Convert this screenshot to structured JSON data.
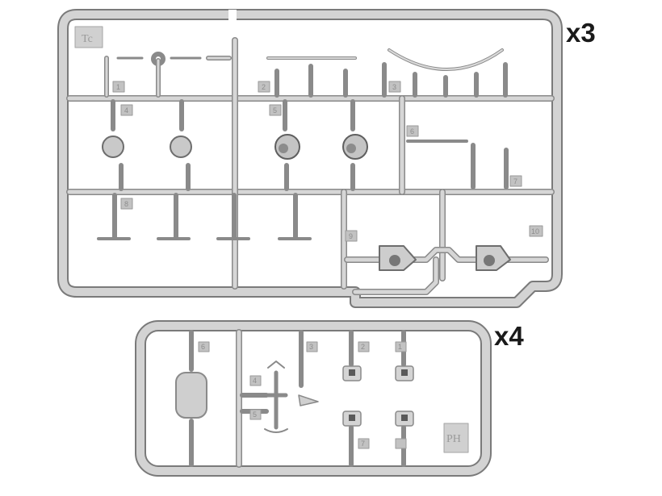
{
  "sprues": [
    {
      "code": "Tc",
      "quantity": "x3",
      "part_numbers": [
        "1",
        "2",
        "3",
        "4",
        "5",
        "6",
        "7",
        "8",
        "9",
        "10"
      ]
    },
    {
      "code": "PH",
      "quantity": "x4",
      "part_numbers": [
        "6",
        "4",
        "3",
        "2",
        "1",
        "5",
        "7"
      ]
    }
  ],
  "colors": {
    "background": "#ffffff",
    "plastic": "#cfcfcf",
    "plastic_dark": "#a9a9a9",
    "plastic_light": "#e3e3e3",
    "shadow": "#6f6f6f",
    "quantity_text": "#1a1a1a"
  }
}
